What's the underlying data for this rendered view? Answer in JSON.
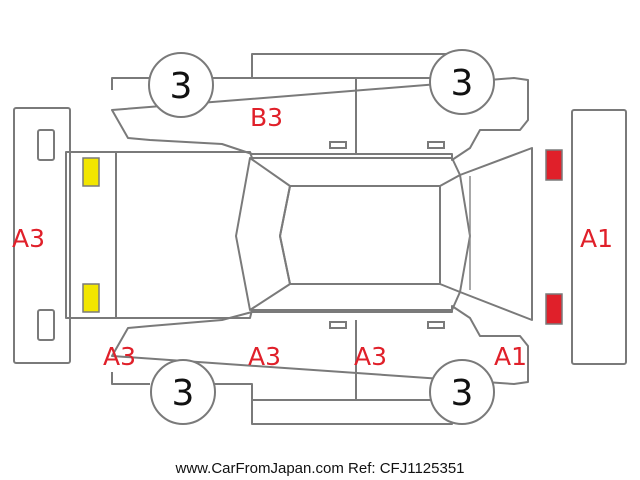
{
  "diagram": {
    "wheels": [
      {
        "id": "front-left",
        "label": "3"
      },
      {
        "id": "front-right",
        "label": "3"
      },
      {
        "id": "rear-left",
        "label": "3"
      },
      {
        "id": "rear-right",
        "label": "3"
      }
    ],
    "damage_codes": {
      "rear_bumper": "A3",
      "rear_corner": "A3",
      "rear_door_upper": "B3",
      "rear_door_lower": "A3",
      "front_door_lower": "A3",
      "front_bumper": "A1",
      "front_corner": "A1"
    },
    "colors": {
      "code_text": "#e0202a",
      "marker_yellow": "#f2e600",
      "marker_red": "#e0202a",
      "outline": "#7a7a7a"
    }
  },
  "footer": {
    "text": "www.CarFromJapan.com Ref: CFJ1125351"
  }
}
